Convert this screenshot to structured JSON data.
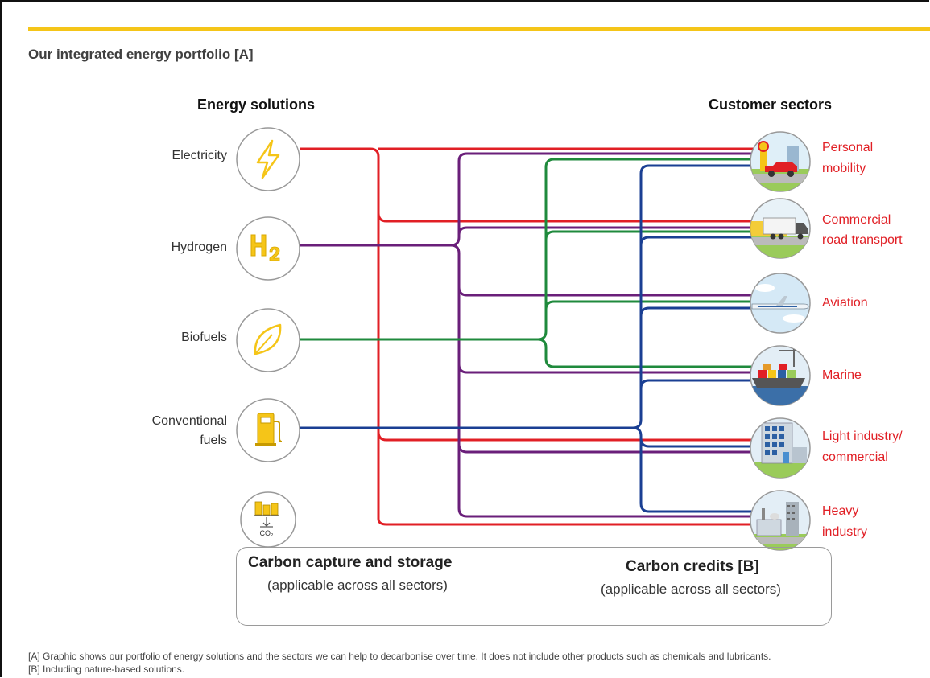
{
  "title": "Our integrated energy portfolio [A]",
  "energy_solutions": {
    "heading": "Energy solutions",
    "items": {
      "electricity": "Electricity",
      "hydrogen": "Hydrogen",
      "biofuels": "Biofuels",
      "conventional_line1": "Conventional",
      "conventional_line2": "fuels",
      "co2_label": "CO₂"
    }
  },
  "customer_sectors": {
    "heading": "Customer sectors",
    "personal_1": "Personal",
    "personal_2": "mobility",
    "commercial_1": "Commercial",
    "commercial_2": "road transport",
    "aviation": "Aviation",
    "marine": "Marine",
    "light_1": "Light industry/",
    "light_2": "commercial",
    "heavy_1": "Heavy",
    "heavy_2": "industry"
  },
  "ccs_box": {
    "ccs_title": "Carbon capture and storage",
    "ccs_sub": "(applicable across all sectors)",
    "credits_title": "Carbon credits [B]",
    "credits_sub": "(applicable across all sectors)"
  },
  "footnotes": {
    "a": "[A] Graphic shows our portfolio of energy solutions and the sectors we can help to decarbonise over time. It does not include other products such as chemicals and lubricants.",
    "b": "[B] Including nature-based solutions."
  },
  "colors": {
    "electricity": "#e11f25",
    "hydrogen": "#6a1f7a",
    "biofuels": "#1f8a3c",
    "conventional": "#1a3f93",
    "accent_yellow": "#f5c518",
    "sector_label": "#e11f25"
  }
}
